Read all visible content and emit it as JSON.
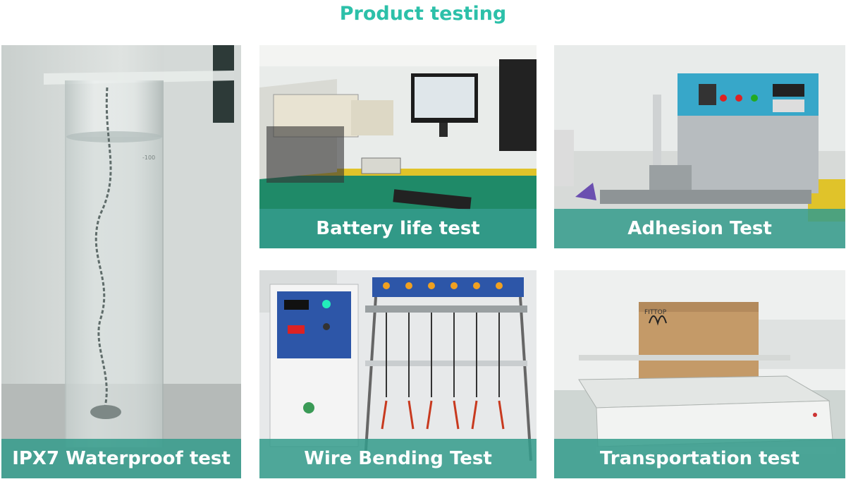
{
  "page": {
    "title": "Product testing",
    "accent_color": "#2cc0a9",
    "caption_color": "#349c8c"
  },
  "cards": [
    {
      "id": "ipx7",
      "caption": "IPX7 Waterproof test",
      "image": "water-cylinder-photo"
    },
    {
      "id": "battery",
      "caption": "Battery life test",
      "image": "battery-test-bench-photo"
    },
    {
      "id": "adhesion",
      "caption": "Adhesion Test",
      "image": "adhesion-tester-photo"
    },
    {
      "id": "wire",
      "caption": "Wire Bending Test",
      "image": "wire-bending-machine-photo"
    },
    {
      "id": "transport",
      "caption": "Transportation test",
      "image": "vibration-table-photo"
    }
  ],
  "labels": {
    "box_brand": "FITTOP"
  }
}
